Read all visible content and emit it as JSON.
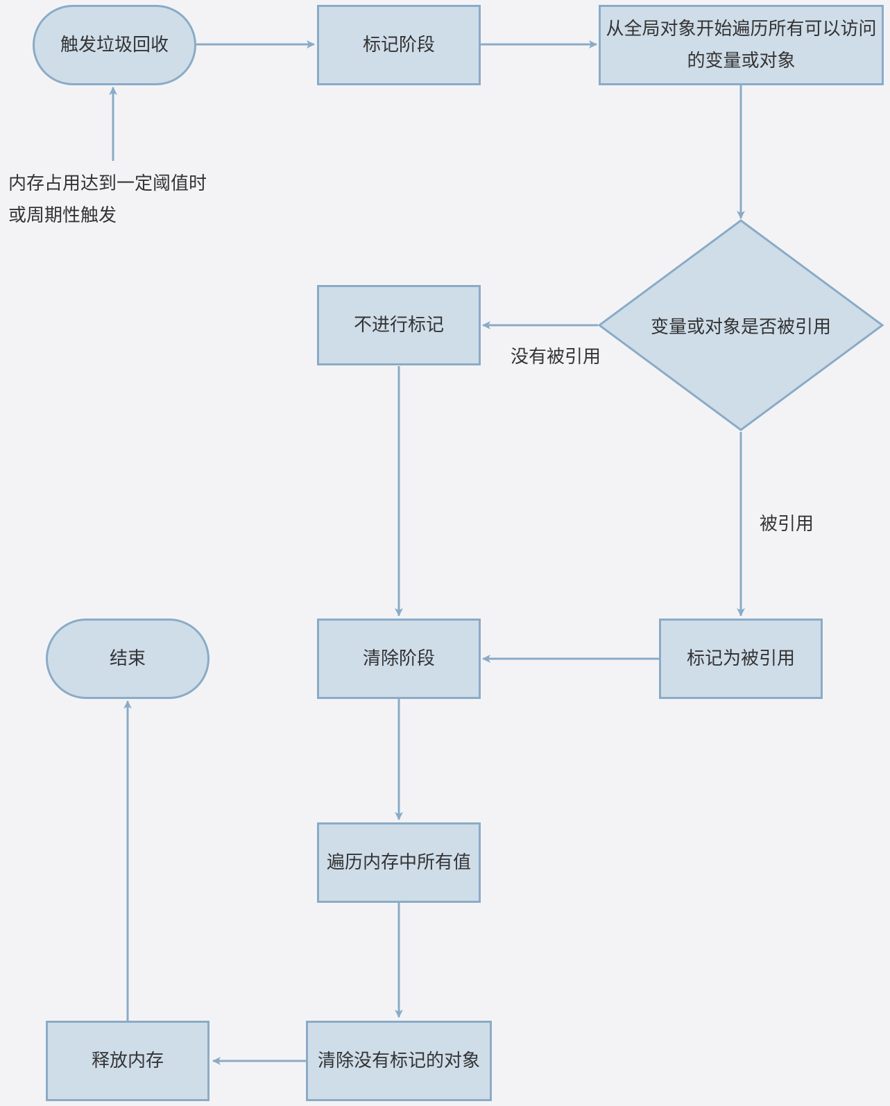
{
  "nodes": {
    "start": "触发垃圾回收",
    "mark_phase": "标记阶段",
    "traverse_global": "从全局对象开始遍历所有可以访问的变量或对象",
    "is_referenced": "变量或对象是否被引用",
    "no_mark": "不进行标记",
    "mark_referenced": "标记为被引用",
    "sweep_phase": "清除阶段",
    "end": "结束",
    "traverse_memory": "遍历内存中所有值",
    "clear_unmarked": "清除没有标记的对象",
    "free_memory": "释放内存"
  },
  "labels": {
    "trigger_line1": "内存占用达到一定阈值时",
    "trigger_line2": "或周期性触发",
    "not_referenced": "没有被引用",
    "referenced": "被引用"
  },
  "colors": {
    "background": "#f3f3f6",
    "node_fill": "#cfdde9",
    "node_stroke": "#8aabc6",
    "edge": "#8aabc6"
  }
}
